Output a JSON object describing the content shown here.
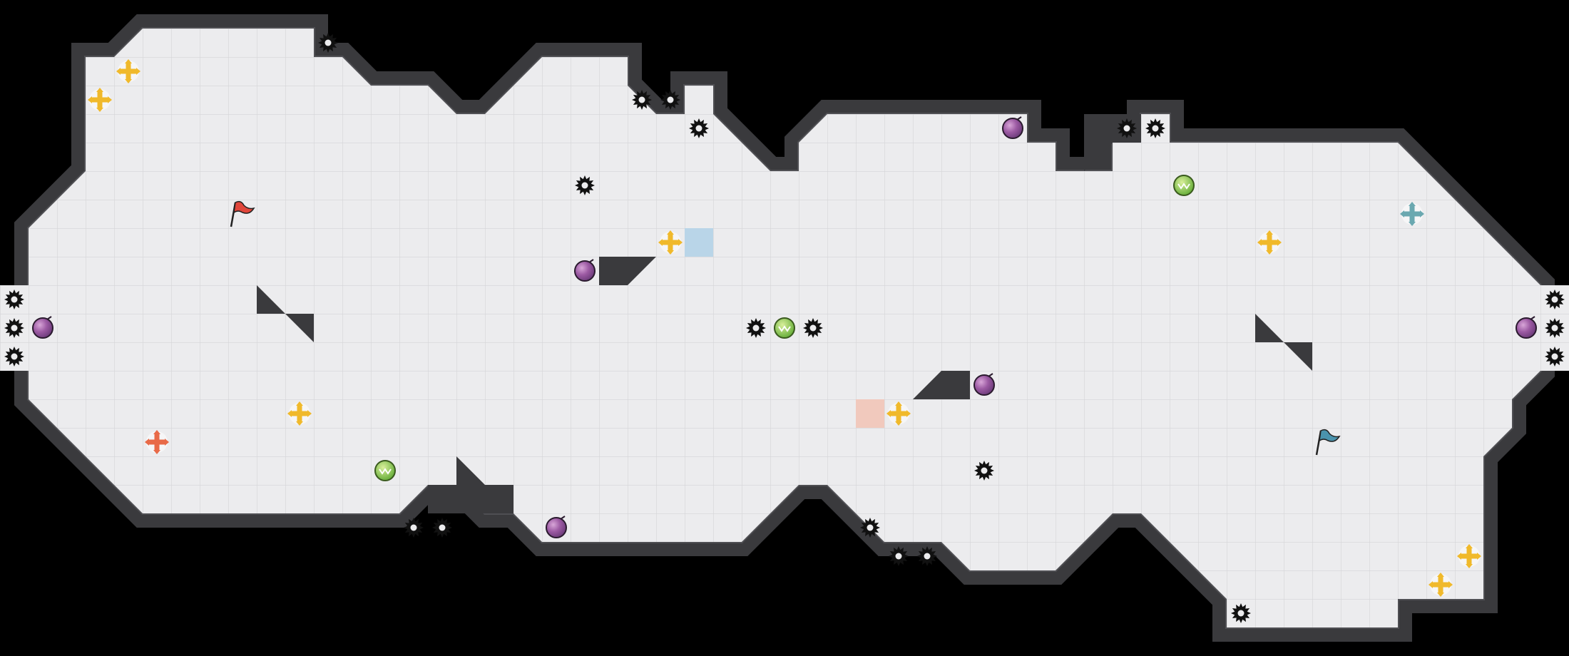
{
  "level": {
    "title": "",
    "colors": {
      "background": "#000000",
      "wall": "#3a3a3d",
      "wall_light": "#4f4f53",
      "floor": "#ececee",
      "grid": "#d4d4d8"
    }
  },
  "entities": {
    "flags": [
      {
        "team": "red",
        "icon": "red-flag-icon",
        "color": "#e0463b"
      },
      {
        "team": "blue",
        "icon": "blue-flag-icon",
        "color": "#4a93ad"
      }
    ],
    "spawn_zones": [
      {
        "team": "blue",
        "color": "#b9d5e8"
      },
      {
        "team": "red",
        "color": "#f1c9bd"
      }
    ],
    "powerups": [
      {
        "kind": "bomb",
        "icon": "bomb-icon",
        "color": "#8b4f94"
      },
      {
        "kind": "speed-boost",
        "icon": "boost-pad-icon",
        "color": "#7fc24a"
      },
      {
        "kind": "neutral-boost",
        "icon": "yellow-boost-icon",
        "color": "#f0b92b"
      },
      {
        "kind": "red-boost",
        "icon": "red-boost-icon",
        "color": "#e86a48"
      },
      {
        "kind": "blue-boost",
        "icon": "blue-boost-icon",
        "color": "#6aa8b0"
      },
      {
        "kind": "spike",
        "icon": "spike-icon",
        "color": "#111111"
      }
    ]
  }
}
